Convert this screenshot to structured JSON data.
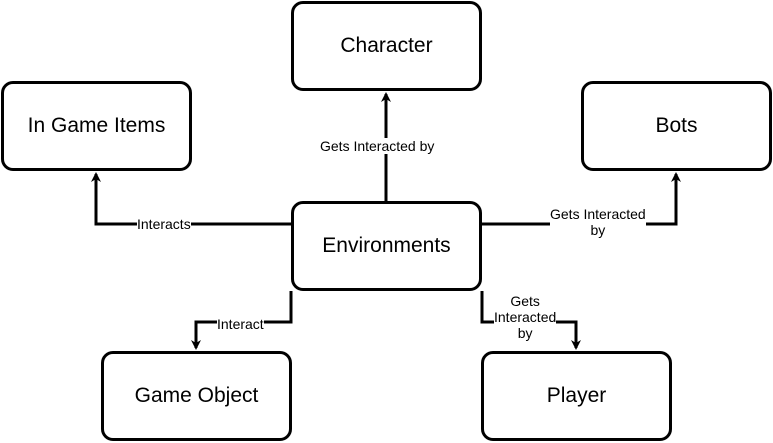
{
  "nodes": {
    "character": "Character",
    "in_game_items": "In Game Items",
    "bots": "Bots",
    "environments": "Environments",
    "game_object": "Game Object",
    "player": "Player"
  },
  "edges": {
    "env_to_character": "Gets Interacted by",
    "env_to_items": "Interacts",
    "env_to_bots": "Gets Interacted\nby",
    "env_to_game_object": "Interact",
    "env_to_player": "Gets\nInteracted\nby"
  }
}
